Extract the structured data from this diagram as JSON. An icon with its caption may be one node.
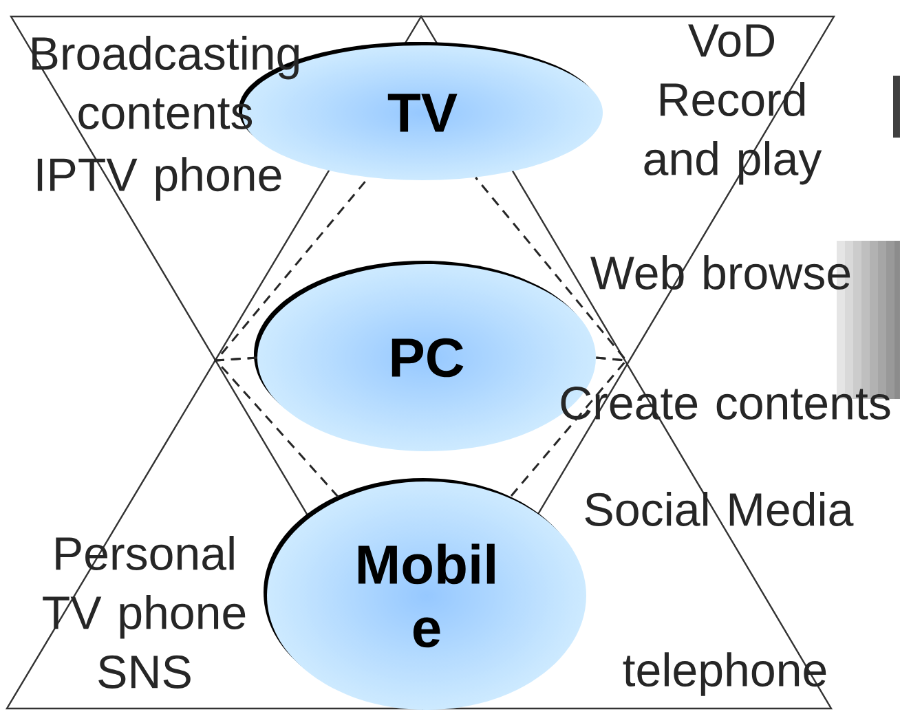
{
  "diagram": {
    "nodes": [
      {
        "text": [
          "TV"
        ]
      },
      {
        "text": [
          "PC"
        ]
      },
      {
        "text": [
          "Mobil e"
        ]
      }
    ],
    "edges": [
      {
        "from": 1,
        "to": 0,
        "arrow": "none",
        "style": "dashed"
      },
      {
        "from": 1,
        "to": 2,
        "arrow": "none",
        "style": "dashed"
      },
      {
        "from": 1,
        "to": 0,
        "arrow": "none",
        "style": "dashed"
      },
      {
        "from": 1,
        "to": 2,
        "arrow": "none",
        "style": "dashed"
      }
    ],
    "labels": [
      "Broadcasting contents",
      "VoD Record and play",
      "IPTV phone",
      "Web browse",
      "Create contents",
      "Social Media",
      "Personal TV phone SNS",
      "telephone"
    ]
  }
}
